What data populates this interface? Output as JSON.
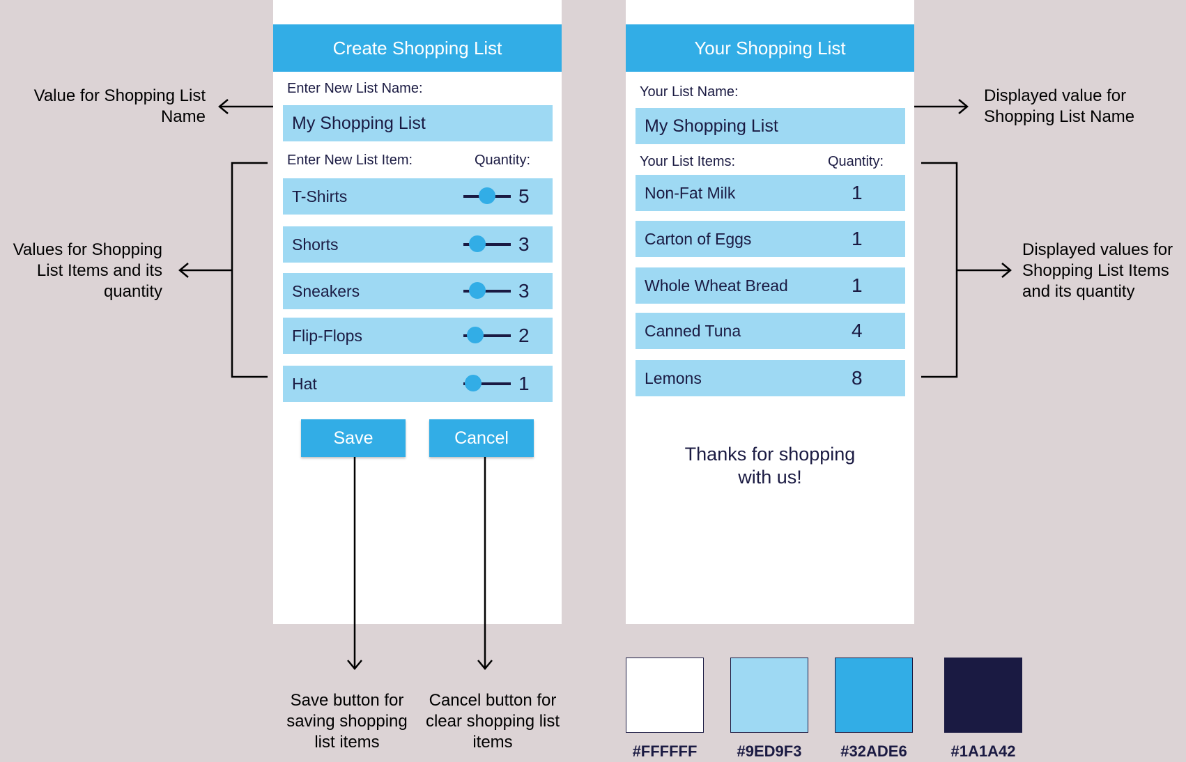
{
  "create_screen": {
    "title": "Create Shopping List",
    "name_label": "Enter New List Name:",
    "name_value": "My Shopping List",
    "item_label": "Enter New List Item:",
    "qty_label": "Quantity:",
    "items": [
      {
        "name": "T-Shirts",
        "qty": "5",
        "slider_fraction": 0.5
      },
      {
        "name": "Shorts",
        "qty": "3",
        "slider_fraction": 0.3
      },
      {
        "name": "Sneakers",
        "qty": "3",
        "slider_fraction": 0.3
      },
      {
        "name": "Flip-Flops",
        "qty": "2",
        "slider_fraction": 0.25
      },
      {
        "name": "Hat",
        "qty": "1",
        "slider_fraction": 0.2
      }
    ],
    "save_label": "Save",
    "cancel_label": "Cancel"
  },
  "display_screen": {
    "title": "Your Shopping List",
    "name_label": "Your List Name:",
    "name_value": "My Shopping List",
    "items_label": "Your List Items:",
    "qty_label": "Quantity:",
    "items": [
      {
        "name": "Non-Fat Milk",
        "qty": "1"
      },
      {
        "name": "Carton of Eggs",
        "qty": "1"
      },
      {
        "name": "Whole Wheat Bread",
        "qty": "1"
      },
      {
        "name": "Canned Tuna",
        "qty": "4"
      },
      {
        "name": "Lemons",
        "qty": "8"
      }
    ],
    "thanks_line1": "Thanks for shopping",
    "thanks_line2": "with us!"
  },
  "annotations": {
    "list_name_value_l1": "Value for Shopping List",
    "list_name_value_l2": "Name",
    "items_values_l1": "Values for Shopping",
    "items_values_l2": "List  Items and its",
    "items_values_l3": "quantity",
    "display_name_l1": "Displayed value for",
    "display_name_l2": "Shopping List  Name",
    "display_items_l1": "Displayed values for",
    "display_items_l2": "Shopping List  Items",
    "display_items_l3": "and its quantity",
    "save_note_l1": "Save button for",
    "save_note_l2": "saving shopping",
    "save_note_l3": "list items",
    "cancel_note_l1": "Cancel button for",
    "cancel_note_l2": "clear shopping list",
    "cancel_note_l3": "items"
  },
  "palette": [
    {
      "hex": "#FFFFFF",
      "label": "#FFFFFF"
    },
    {
      "hex": "#9ED9F3",
      "label": "#9ED9F3"
    },
    {
      "hex": "#32ADE6",
      "label": "#32ADE6"
    },
    {
      "hex": "#1A1A42",
      "label": "#1A1A42"
    }
  ]
}
